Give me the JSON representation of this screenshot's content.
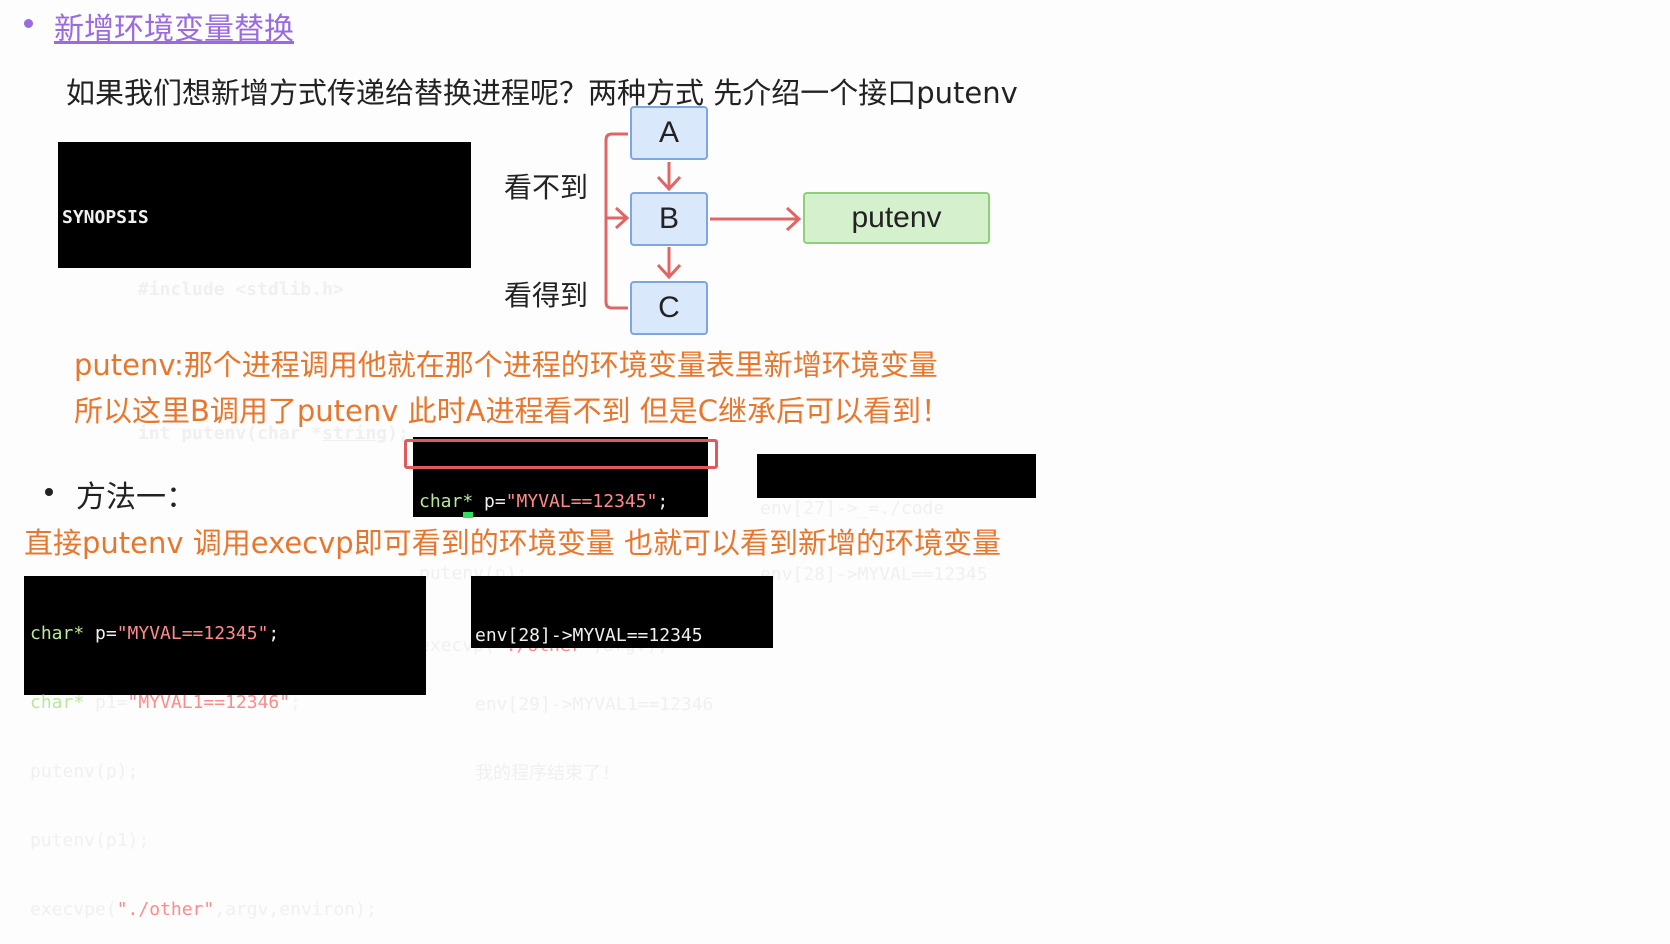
{
  "heading": {
    "title": "新增环境变量替换"
  },
  "intro": {
    "text": "如果我们想新增方式传递给替换进程呢？两种方式 先介绍一个接口putenv"
  },
  "synopsis": {
    "line1": "SYNOPSIS",
    "line2": "       #include <stdlib.h>",
    "line4_prefix": "       int putenv(char *",
    "line4_arg": "string",
    "line4_suffix": ");"
  },
  "diagram": {
    "node_a": "A",
    "node_b": "B",
    "node_c": "C",
    "node_putenv": "putenv",
    "label_top": "看不到",
    "label_bottom": "看得到"
  },
  "explanation": {
    "line1": "putenv:那个进程调用他就在那个进程的环境变量表里新增环境变量",
    "line2": "所以这里B调用了putenv 此时A进程看不到 但是C继承后可以看到！"
  },
  "code_mid": {
    "type_kw": "char*",
    "decl_rest": " p=",
    "decl_str": "\"MYVAL==12345\"",
    "decl_end": ";",
    "line2": "putenv(p);",
    "line3_prefix": "execvp(",
    "line3_str": "\"./other\"",
    "line3_suffix": ",argv);"
  },
  "output_right": {
    "line1": "env[27]->_=./code",
    "line2": "env[28]->MYVAL==12345"
  },
  "method_one": {
    "label": "方法一：",
    "desc": "直接putenv 调用execvp即可看到的环境变量 也就可以看到新增的环境变量"
  },
  "code_bottom": {
    "l1_type": "char*",
    "l1_rest": " p=",
    "l1_str": "\"MYVAL==12345\"",
    "l1_end": ";",
    "l2_type": "char*",
    "l2_rest": " p1=",
    "l2_str": "\"MYVAL1==12346\"",
    "l2_end": ";",
    "l3": "putenv(p);",
    "l4": "putenv(p1);",
    "l5_prefix": "execvpe(",
    "l5_str": "\"./other\"",
    "l5_suffix": ",argv,environ);"
  },
  "output_bottom": {
    "line1": "env[28]->MYVAL==12345",
    "line2": "env[29]->MYVAL1==12346",
    "line3": "我的程序结束了!"
  },
  "colors": {
    "heading": "#9a6be0",
    "accent_orange": "#e8772e",
    "arrow_red": "#e06666",
    "node_blue": "#dae8fc",
    "node_green": "#d5f0cc"
  }
}
